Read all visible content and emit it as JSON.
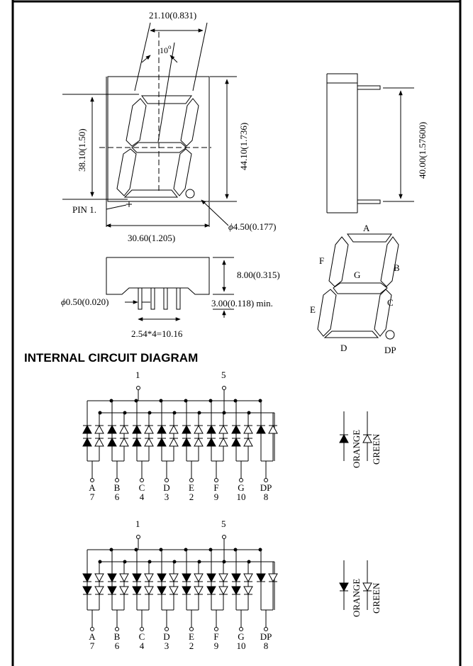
{
  "dimensions": {
    "top_width": "21.10(0.831)",
    "angle": "10",
    "angle_deg": "o",
    "digit_height": "38.10(1.50)",
    "body_height": "44.10(1.736)",
    "side_height": "40.00(1.57600)",
    "pin1": "PIN 1.",
    "hole": "4.50(0.177)",
    "body_width": "30.60(1.205)",
    "depth": "8.00(0.315)",
    "pin_dia": "0.50(0.020)",
    "standoff": "3.00(0.118) min.",
    "pin_pitch": "2.54*4=10.16",
    "phi": "ϕ"
  },
  "segment_labels": {
    "A": "A",
    "B": "B",
    "C": "C",
    "D": "D",
    "E": "E",
    "F": "F",
    "G": "G",
    "DP": "DP"
  },
  "section_title": "INTERNAL CIRCUIT DIAGRAM",
  "circuit_top": {
    "common_left": "1",
    "common_right": "5",
    "pins": [
      {
        "seg": "A",
        "num": "7"
      },
      {
        "seg": "B",
        "num": "6"
      },
      {
        "seg": "C",
        "num": "4"
      },
      {
        "seg": "D",
        "num": "3"
      },
      {
        "seg": "E",
        "num": "2"
      },
      {
        "seg": "F",
        "num": "9"
      },
      {
        "seg": "G",
        "num": "10"
      },
      {
        "seg": "DP",
        "num": "8"
      }
    ],
    "legend_orange": "ORANGE",
    "legend_green": "GREEN"
  },
  "circuit_bottom": {
    "common_left": "1",
    "common_right": "5",
    "pins": [
      {
        "seg": "A",
        "num": "7"
      },
      {
        "seg": "B",
        "num": "6"
      },
      {
        "seg": "C",
        "num": "4"
      },
      {
        "seg": "D",
        "num": "3"
      },
      {
        "seg": "E",
        "num": "2"
      },
      {
        "seg": "F",
        "num": "9"
      },
      {
        "seg": "G",
        "num": "10"
      },
      {
        "seg": "DP",
        "num": "8"
      }
    ],
    "legend_orange": "ORANGE",
    "legend_green": "GREEN"
  }
}
